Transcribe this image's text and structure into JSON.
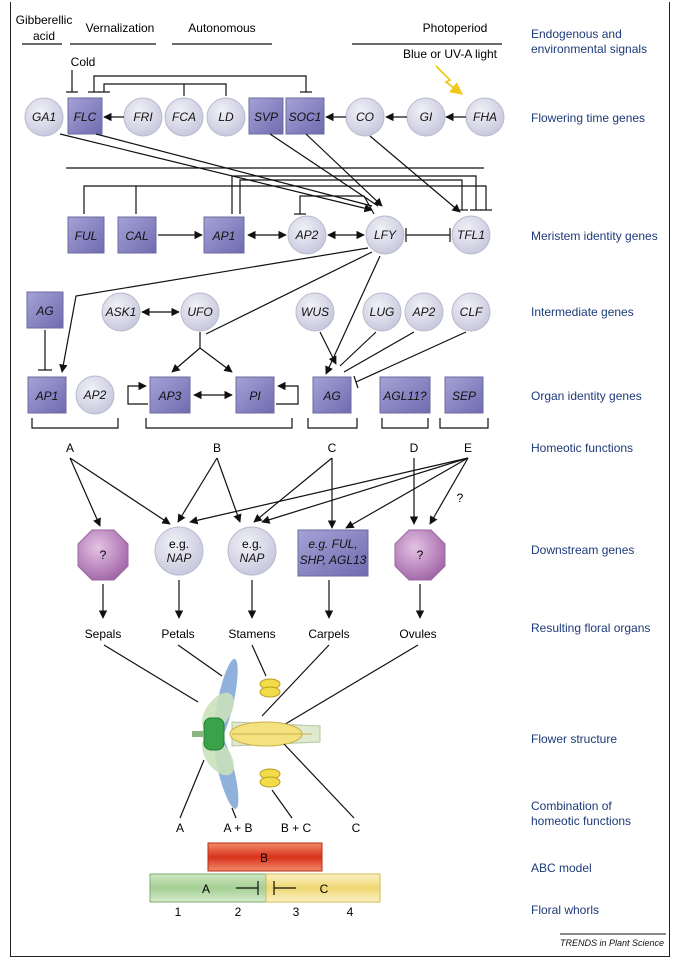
{
  "signals": {
    "gibberellic_1": "Gibberellic",
    "gibberellic_2": "acid",
    "vernalization": "Vernalization",
    "autonomous": "Autonomous",
    "photoperiod": "Photoperiod",
    "cold": "Cold",
    "light": "Blue or UV-A light"
  },
  "row_labels": {
    "signals_1": "Endogenous and",
    "signals_2": "environmental signals",
    "flowering": "Flowering time genes",
    "meristem": "Meristem identity genes",
    "intermediate": "Intermediate genes",
    "organ": "Organ identity genes",
    "homeotic": "Homeotic functions",
    "downstream": "Downstream genes",
    "organs": "Resulting floral organs",
    "structure": "Flower structure",
    "combo_1": "Combination of",
    "combo_2": "homeotic functions",
    "abc": "ABC model",
    "whorls": "Floral whorls"
  },
  "genes": {
    "GA1": "GA1",
    "FLC": "FLC",
    "FRI": "FRI",
    "FCA": "FCA",
    "LD": "LD",
    "SVP": "SVP",
    "SOC1": "SOC1",
    "CO": "CO",
    "GI": "GI",
    "FHA": "FHA",
    "FUL": "FUL",
    "CAL": "CAL",
    "AP1": "AP1",
    "AP2": "AP2",
    "LFY": "LFY",
    "TFL1": "TFL1",
    "AG_i": "AG",
    "ASK1": "ASK1",
    "UFO": "UFO",
    "WUS": "WUS",
    "LUG": "LUG",
    "AP2_i": "AP2",
    "CLF": "CLF",
    "AP1_o": "AP1",
    "AP2_o": "AP2",
    "AP3": "AP3",
    "PI": "PI",
    "AG_o": "AG",
    "AGL11": "AGL11?",
    "SEP": "SEP"
  },
  "functions": {
    "A": "A",
    "B": "B",
    "C": "C",
    "D": "D",
    "E": "E",
    "q": "?"
  },
  "downstream": {
    "q1": "?",
    "eg1a": "e.g.",
    "eg1b": "NAP",
    "eg2a": "e.g.",
    "eg2b": "NAP",
    "box_1": "e.g. FUL,",
    "box_2": "SHP, AGL13",
    "q2": "?"
  },
  "organs": {
    "sepals": "Sepals",
    "petals": "Petals",
    "stamens": "Stamens",
    "carpels": "Carpels",
    "ovules": "Ovules"
  },
  "combos": {
    "a": "A",
    "ab": "A + B",
    "bc": "B + C",
    "c": "C"
  },
  "abc": {
    "B": "B",
    "A": "A",
    "C": "C"
  },
  "whorls": [
    "1",
    "2",
    "3",
    "4"
  ],
  "credit": "TRENDS in Plant Science",
  "colors": {
    "box": "#8a86c4",
    "circle": "#d4d4e6",
    "octagon": "#b379b7",
    "heading": "#1d3a7a",
    "light_arrow": "#f2c81e",
    "bar_B": "#e0442b",
    "bar_A": "#a9d19a",
    "bar_C": "#f3e08e"
  }
}
